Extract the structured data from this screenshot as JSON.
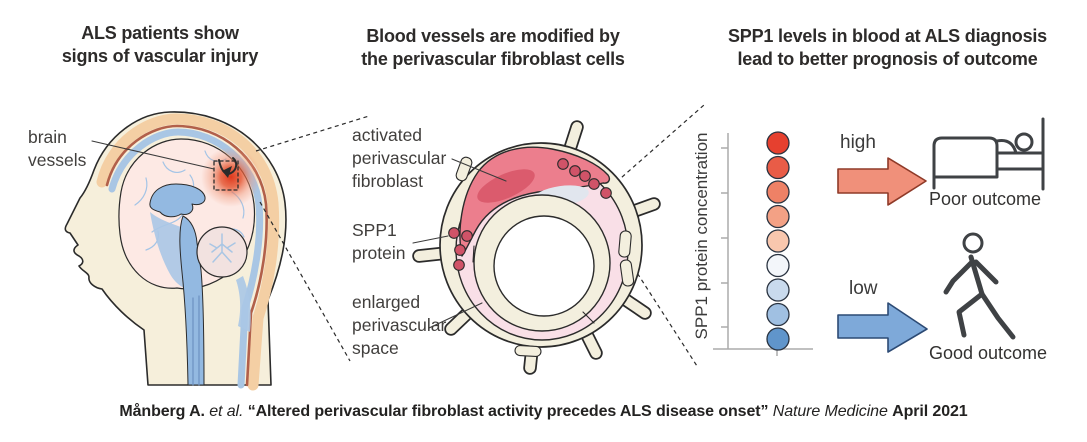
{
  "panels": {
    "left": {
      "title": [
        "ALS patients show",
        "signs of vascular injury"
      ],
      "labels": {
        "brain_vessels": [
          "brain",
          "vessels"
        ]
      }
    },
    "middle": {
      "title": [
        "Blood vessels are modified by",
        "the perivascular fibroblast cells"
      ],
      "labels": {
        "activated_fibroblast": [
          "activated",
          "perivascular",
          "fibroblast"
        ],
        "spp1_protein": [
          "SPP1",
          "protein"
        ],
        "enlarged_space": [
          "enlarged",
          "perivascular",
          "space"
        ]
      }
    },
    "right": {
      "title": [
        "SPP1 levels in blood at ALS diagnosis",
        "lead to better prognosis of outcome"
      ],
      "axis_label": "SPP1 protein concentration",
      "scale_colors": [
        "#e6402f",
        "#e95c47",
        "#ee8166",
        "#f3a185",
        "#f8c7ae",
        "#f3f6fa",
        "#c9daed",
        "#a0c0e2",
        "#6095cb"
      ],
      "high": {
        "label": "high",
        "outcome": "Poor outcome",
        "arrow_fill": "#f0907a",
        "arrow_stroke": "#8f3a28"
      },
      "low": {
        "label": "low",
        "outcome": "Good outcome",
        "arrow_fill": "#7ea9d9",
        "arrow_stroke": "#2c4a74"
      }
    }
  },
  "citation": {
    "parts": [
      {
        "text": "Månberg A.",
        "style": "bold"
      },
      {
        "text": " et al. ",
        "style": "italic"
      },
      {
        "text": "“Altered perivascular fibroblast activity precedes ALS disease onset”",
        "style": "bold"
      },
      {
        "text": " Nature Medicine ",
        "style": "italic"
      },
      {
        "text": "April 2021",
        "style": "bold"
      }
    ]
  }
}
